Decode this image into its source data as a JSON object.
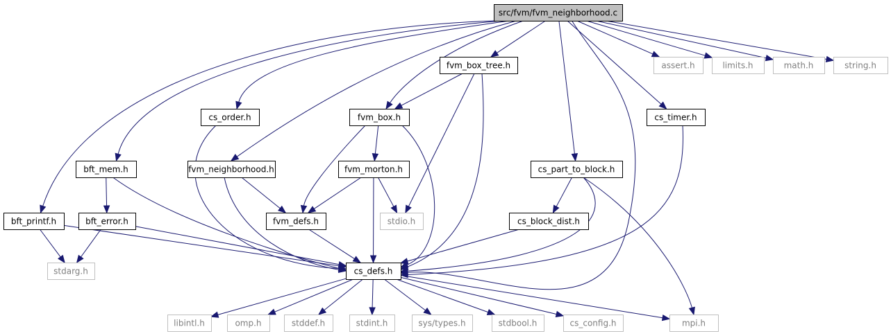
{
  "graph": {
    "edge_color": "#191970",
    "nodes": [
      {
        "id": "root",
        "label": "src/fvm/fvm_neighborhood.c",
        "kind": "root"
      },
      {
        "id": "fvm_box_tree",
        "label": "fvm_box_tree.h",
        "kind": "documented"
      },
      {
        "id": "assert",
        "label": "assert.h",
        "kind": "external"
      },
      {
        "id": "limits",
        "label": "limits.h",
        "kind": "external"
      },
      {
        "id": "math",
        "label": "math.h",
        "kind": "external"
      },
      {
        "id": "string",
        "label": "string.h",
        "kind": "external"
      },
      {
        "id": "cs_order",
        "label": "cs_order.h",
        "kind": "documented"
      },
      {
        "id": "fvm_box",
        "label": "fvm_box.h",
        "kind": "documented"
      },
      {
        "id": "cs_timer",
        "label": "cs_timer.h",
        "kind": "documented"
      },
      {
        "id": "bft_mem",
        "label": "bft_mem.h",
        "kind": "documented"
      },
      {
        "id": "fvm_neighborhood",
        "label": "fvm_neighborhood.h",
        "kind": "documented"
      },
      {
        "id": "fvm_morton",
        "label": "fvm_morton.h",
        "kind": "documented"
      },
      {
        "id": "cs_part_to_block",
        "label": "cs_part_to_block.h",
        "kind": "documented"
      },
      {
        "id": "bft_printf",
        "label": "bft_printf.h",
        "kind": "documented"
      },
      {
        "id": "bft_error",
        "label": "bft_error.h",
        "kind": "documented"
      },
      {
        "id": "fvm_defs",
        "label": "fvm_defs.h",
        "kind": "documented"
      },
      {
        "id": "stdio",
        "label": "stdio.h",
        "kind": "external"
      },
      {
        "id": "cs_block_dist",
        "label": "cs_block_dist.h",
        "kind": "documented"
      },
      {
        "id": "stdarg",
        "label": "stdarg.h",
        "kind": "external"
      },
      {
        "id": "cs_defs",
        "label": "cs_defs.h",
        "kind": "documented"
      },
      {
        "id": "libintl",
        "label": "libintl.h",
        "kind": "external"
      },
      {
        "id": "omp",
        "label": "omp.h",
        "kind": "external"
      },
      {
        "id": "stddef",
        "label": "stddef.h",
        "kind": "external"
      },
      {
        "id": "stdint",
        "label": "stdint.h",
        "kind": "external"
      },
      {
        "id": "sys_types",
        "label": "sys/types.h",
        "kind": "external"
      },
      {
        "id": "stdbool",
        "label": "stdbool.h",
        "kind": "external"
      },
      {
        "id": "cs_config",
        "label": "cs_config.h",
        "kind": "external"
      },
      {
        "id": "mpi",
        "label": "mpi.h",
        "kind": "external"
      }
    ],
    "edges": [
      [
        "root",
        "fvm_box_tree"
      ],
      [
        "root",
        "assert"
      ],
      [
        "root",
        "limits"
      ],
      [
        "root",
        "math"
      ],
      [
        "root",
        "string"
      ],
      [
        "root",
        "cs_order"
      ],
      [
        "root",
        "fvm_box"
      ],
      [
        "root",
        "cs_timer"
      ],
      [
        "root",
        "bft_mem"
      ],
      [
        "root",
        "fvm_neighborhood"
      ],
      [
        "root",
        "cs_part_to_block"
      ],
      [
        "root",
        "bft_printf"
      ],
      [
        "root",
        "cs_defs"
      ],
      [
        "fvm_box_tree",
        "fvm_box"
      ],
      [
        "fvm_box_tree",
        "stdio"
      ],
      [
        "fvm_box_tree",
        "cs_defs"
      ],
      [
        "cs_order",
        "cs_defs"
      ],
      [
        "fvm_box",
        "fvm_morton"
      ],
      [
        "fvm_box",
        "fvm_defs"
      ],
      [
        "fvm_box",
        "cs_defs"
      ],
      [
        "cs_timer",
        "cs_defs"
      ],
      [
        "bft_mem",
        "bft_error"
      ],
      [
        "bft_mem",
        "cs_defs"
      ],
      [
        "fvm_neighborhood",
        "fvm_defs"
      ],
      [
        "fvm_neighborhood",
        "cs_defs"
      ],
      [
        "fvm_morton",
        "fvm_defs"
      ],
      [
        "fvm_morton",
        "stdio"
      ],
      [
        "fvm_morton",
        "cs_defs"
      ],
      [
        "cs_part_to_block",
        "cs_block_dist"
      ],
      [
        "cs_part_to_block",
        "cs_defs"
      ],
      [
        "cs_part_to_block",
        "mpi"
      ],
      [
        "bft_printf",
        "stdarg"
      ],
      [
        "bft_printf",
        "cs_defs"
      ],
      [
        "bft_error",
        "stdarg"
      ],
      [
        "bft_error",
        "cs_defs"
      ],
      [
        "fvm_defs",
        "cs_defs"
      ],
      [
        "cs_block_dist",
        "cs_defs"
      ],
      [
        "cs_defs",
        "libintl"
      ],
      [
        "cs_defs",
        "omp"
      ],
      [
        "cs_defs",
        "stddef"
      ],
      [
        "cs_defs",
        "stdint"
      ],
      [
        "cs_defs",
        "sys_types"
      ],
      [
        "cs_defs",
        "stdbool"
      ],
      [
        "cs_defs",
        "cs_config"
      ],
      [
        "cs_defs",
        "mpi"
      ]
    ]
  }
}
